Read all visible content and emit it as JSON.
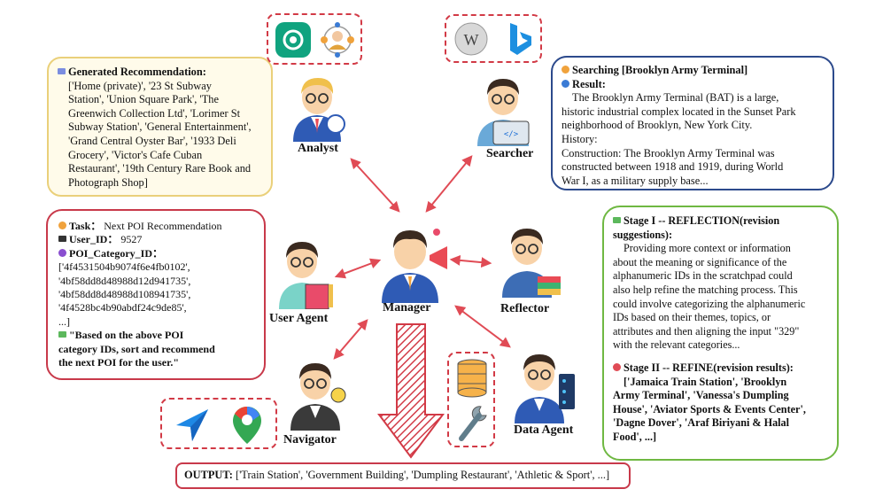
{
  "colors": {
    "arrow": "#e04b55",
    "analyst_border": "#ead07a",
    "analyst_fill": "#fffbea",
    "searcher_border": "#2c4a8c",
    "user_border": "#c8394a",
    "reflector_border": "#6fb842",
    "output_border": "#c8394a",
    "tool_border": "#d23a46"
  },
  "agents": {
    "analyst": "Analyst",
    "searcher": "Searcher",
    "user_agent": "User Agent",
    "manager": "Manager",
    "reflector": "Reflector",
    "navigator": "Navigator",
    "data_agent": "Data Agent"
  },
  "analyst_box": {
    "title": "Generated Recommendation:",
    "lines": [
      "['Home (private)', '23 St Subway",
      "Station', 'Union Square Park', 'The",
      "Greenwich Collection Ltd', 'Lorimer St",
      "Subway Station', 'General Entertainment',",
      "'Grand Central Oyster Bar', '1933 Deli",
      "Grocery', 'Victor's Cafe Cuban",
      "Restaurant', '19th Century Rare Book and",
      "Photograph Shop]"
    ]
  },
  "searcher_box": {
    "searching_label": "Searching",
    "searching_query": "[Brooklyn Army Terminal]",
    "result_label": "Result:",
    "lines": [
      "The Brooklyn Army Terminal (BAT) is a large,",
      "historic industrial complex located in the Sunset Park",
      "neighborhood of Brooklyn, New York City.",
      "History:",
      "Construction: The Brooklyn Army Terminal was",
      "constructed between 1918 and 1919, during World",
      "War I, as a military supply base..."
    ]
  },
  "user_box": {
    "task_label": "Task：",
    "task_value": "Next POI Recommendation",
    "user_id_label": "User_ID：",
    "user_id_value": "9527",
    "poi_label": "POI_Category_ID：",
    "poi_lines": [
      "['4f4531504b9074f6e4fb0102',",
      "'4bf58dd8d48988d12d941735',",
      "'4bf58dd8d48988d108941735',",
      "'4f4528bc4b90abdf24c9de85',",
      "...]"
    ],
    "prompt_lines": [
      "\"Based on the above POI",
      "category IDs, sort and recommend",
      "the next POI for the user.\""
    ]
  },
  "reflector_box": {
    "stage1_title": "Stage I -- REFLECTION(revision",
    "stage1_title2": "suggestions):",
    "stage1_lines": [
      "Providing more context or information",
      "about the meaning or significance of the",
      "alphanumeric IDs in the scratchpad could",
      "also help refine the matching process. This",
      "could involve categorizing the alphanumeric",
      "IDs based on their themes, topics, or",
      "attributes and then aligning the input \"329\"",
      "with the relevant categories..."
    ],
    "stage2_title": "Stage II -- REFINE(revision results):",
    "stage2_lines": [
      "['Jamaica Train Station', 'Brooklyn",
      "Army Terminal', 'Vanessa's Dumpling",
      "House', 'Aviator Sports & Events Center',",
      "'Dagne Dover', 'Araf Biriyani & Halal",
      "Food', ...]"
    ]
  },
  "output": {
    "label": "OUTPUT:",
    "value": "['Train Station', 'Government Building', 'Dumpling Restaurant', 'Athletic & Sport', ...]"
  },
  "icons": {
    "analyst_tools": [
      "chatgpt-icon",
      "network-user-icon"
    ],
    "searcher_tools": [
      "wikipedia-icon",
      "bing-icon"
    ],
    "navigator_tools": [
      "map-navigation-icon",
      "google-maps-pin-icon"
    ],
    "data_tools": [
      "database-icon",
      "wrench-icon"
    ]
  }
}
